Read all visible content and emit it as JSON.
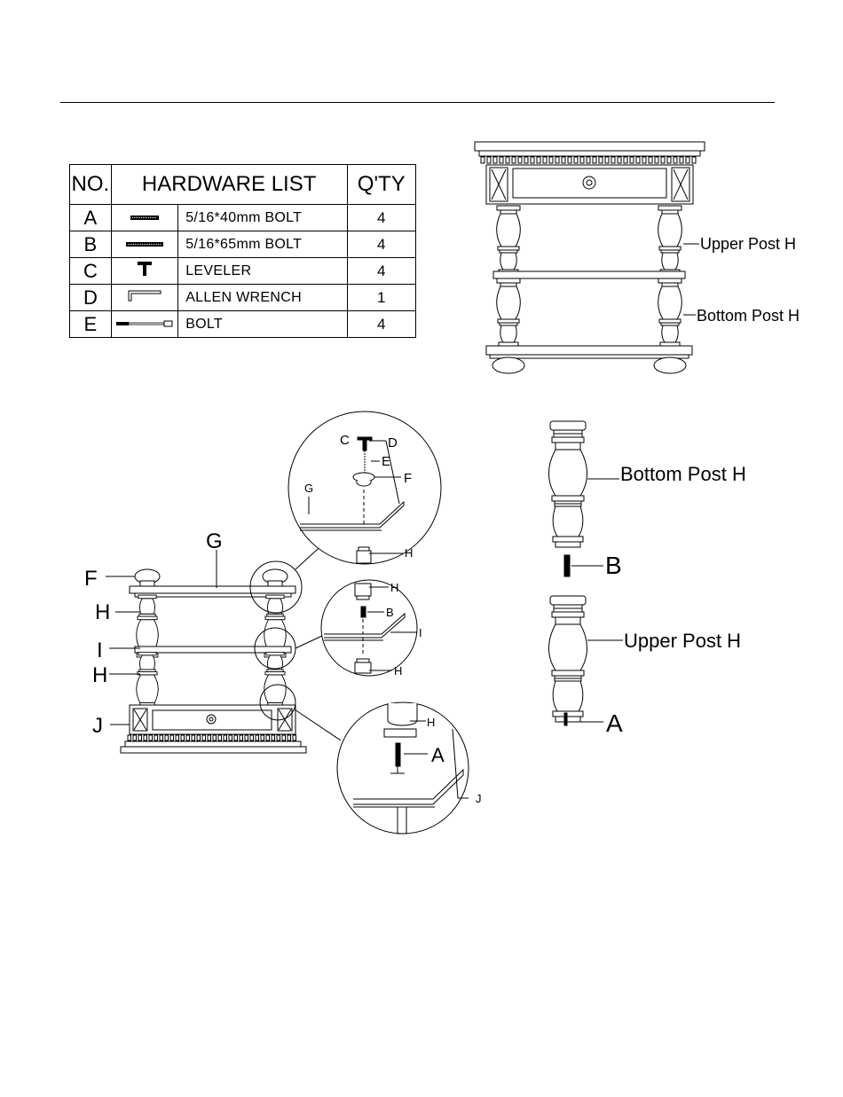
{
  "table": {
    "headers": [
      "NO.",
      "HARDWARE LIST",
      "Q'TY"
    ],
    "rows": [
      {
        "no": "A",
        "icon": "short-bolt-icon",
        "name": "5/16*40mm BOLT",
        "qty": "4"
      },
      {
        "no": "B",
        "icon": "long-bolt-icon",
        "name": "5/16*65mm BOLT",
        "qty": "4"
      },
      {
        "no": "C",
        "icon": "leveler-icon",
        "name": "LEVELER",
        "qty": "4"
      },
      {
        "no": "D",
        "icon": "allen-wrench-icon",
        "name": "ALLEN WRENCH",
        "qty": "1"
      },
      {
        "no": "E",
        "icon": "bolt-icon",
        "name": "BOLT",
        "qty": "4"
      }
    ]
  },
  "top_figure": {
    "upper_post_label": "Upper Post H",
    "bottom_post_label": "Bottom Post H"
  },
  "assembly": {
    "labels": {
      "f": "F",
      "g": "G",
      "h_upper": "H",
      "i": "I",
      "h_lower": "H",
      "j": "J"
    },
    "detail_top": {
      "c": "C",
      "d": "D",
      "e": "E",
      "f": "F",
      "g": "G",
      "h": "H"
    },
    "detail_mid": {
      "h_top": "H",
      "b": "B",
      "i": "I",
      "h_bottom": "H"
    },
    "detail_bottom": {
      "h": "H",
      "a": "A",
      "j": "J"
    }
  },
  "posts": {
    "bottom_post_label": "Bottom Post H",
    "bottom_bolt_label": "B",
    "upper_post_label": "Upper Post H",
    "upper_bolt_label": "A"
  }
}
